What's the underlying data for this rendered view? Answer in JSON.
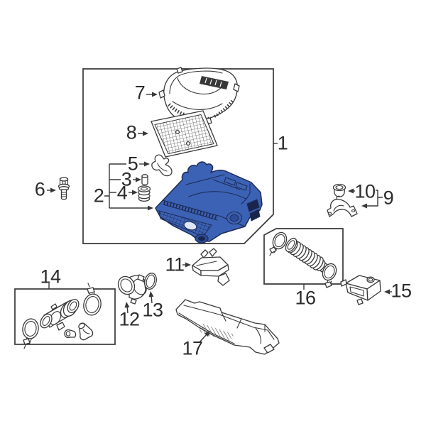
{
  "diagram": {
    "background": "#ffffff",
    "ink": "#383838",
    "label_color": "#2b2b2b",
    "highlight_fill": "#3c62b5",
    "highlight_line": "#1e2b57",
    "callouts": {
      "n1": "1",
      "n2": "2",
      "n3": "3",
      "n4": "4",
      "n5": "5",
      "n6": "6",
      "n7": "7",
      "n8": "8",
      "n9": "9",
      "n10": "10",
      "n11": "11",
      "n12": "12",
      "n13": "13",
      "n14": "14",
      "n15": "15",
      "n16": "16",
      "n17": "17"
    }
  }
}
